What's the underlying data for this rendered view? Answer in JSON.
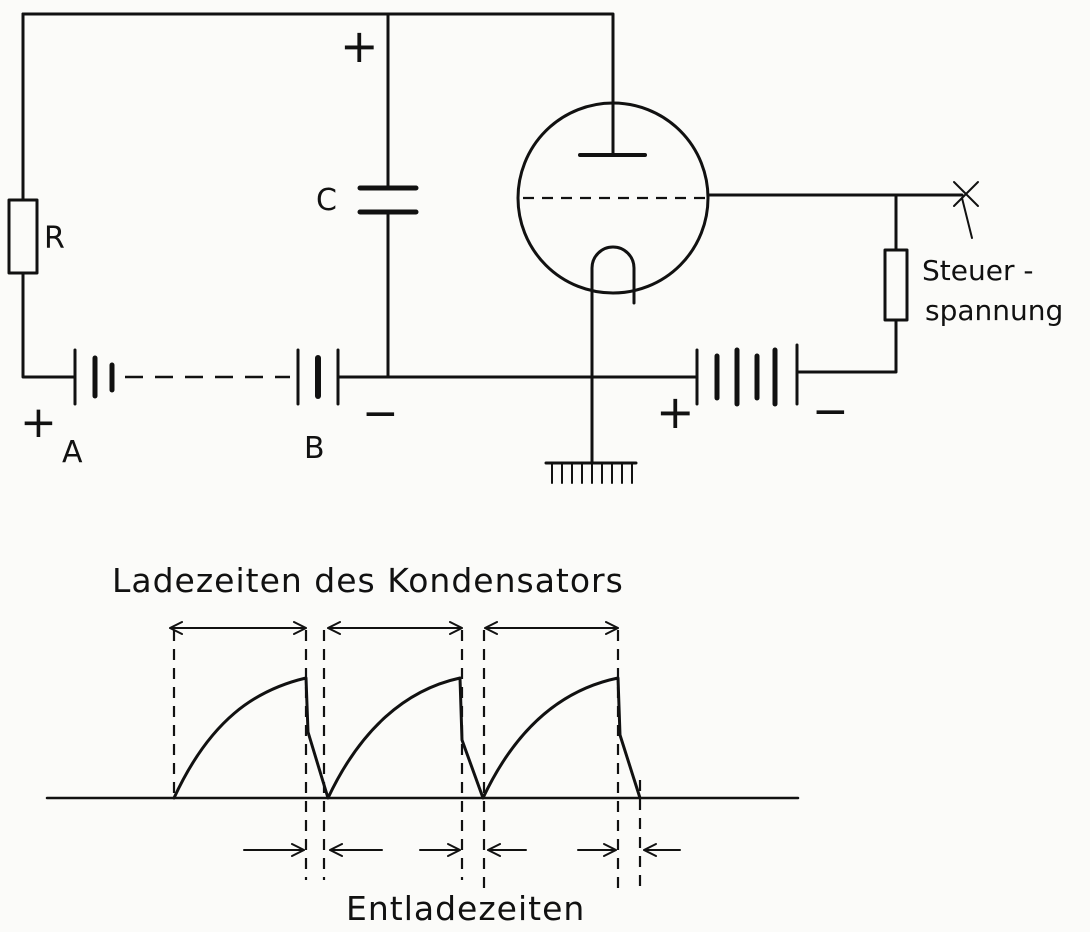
{
  "circuit": {
    "labels": {
      "resistor": "R",
      "capacitor": "C",
      "plus_top": "+",
      "plus_a": "+",
      "label_a": "A",
      "label_b": "B",
      "minus_b": "−",
      "plus_grid_battery": "+",
      "minus_grid_battery": "−",
      "control_voltage_line1": "Steuer -",
      "control_voltage_line2": "spannung"
    }
  },
  "timing": {
    "charge_times_label": "Ladezeiten des Kondensators",
    "discharge_times_label": "Entladezeiten"
  }
}
